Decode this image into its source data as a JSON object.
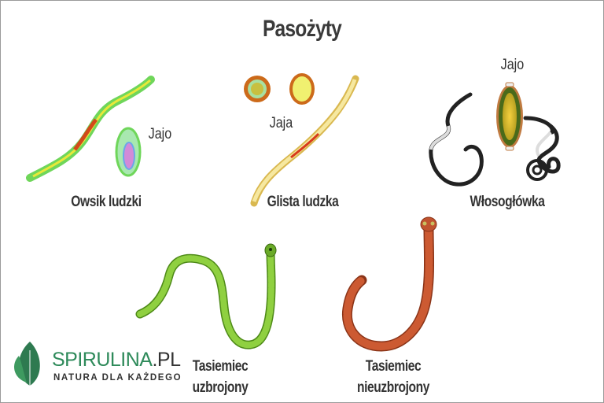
{
  "title": "Pasożyty",
  "parasites": [
    {
      "name": "Owsik ludzki",
      "egg_label": "Jajo",
      "color": "#7ed957"
    },
    {
      "name": "Glista ludzka",
      "egg_label": "Jaja",
      "color": "#f2d54a"
    },
    {
      "name": "Włosogłówka",
      "egg_label": "Jajo",
      "color": "#222222"
    },
    {
      "name_line1": "Tasiemiec",
      "name_line2": "uzbrojony",
      "color": "#7cbf2e"
    },
    {
      "name_line1": "Tasiemiec",
      "name_line2": "nieuzbrojony",
      "color": "#c0532f"
    }
  ],
  "logo": {
    "brand": "SPIRULINA",
    "tld": ".PL",
    "tagline": "NATURA DLA KAŻDEGO",
    "brand_color": "#2e8a5a",
    "icon": "leaf-icon"
  }
}
